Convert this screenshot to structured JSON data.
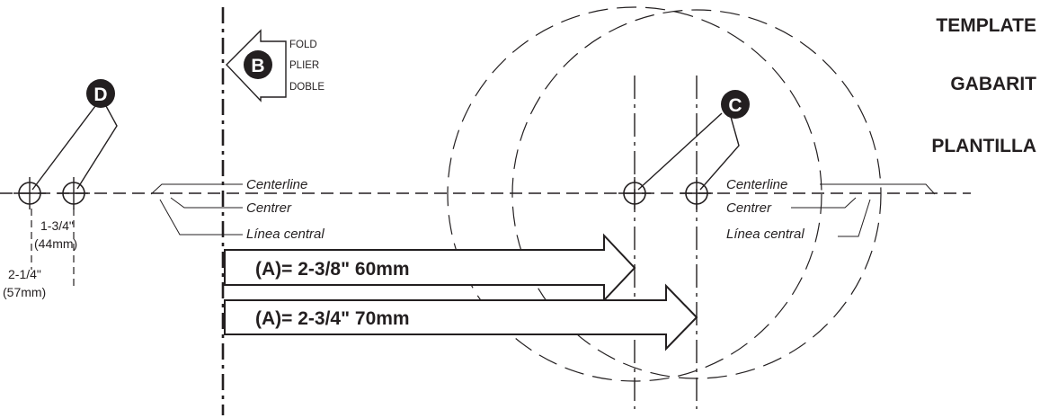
{
  "titles": {
    "en": "TEMPLATE",
    "fr": "GABARIT",
    "es": "PLANTILLA"
  },
  "fold_marker": {
    "badge": "B",
    "en": "FOLD",
    "fr": "PLIER",
    "es": "DOBLE"
  },
  "callout_d": "D",
  "callout_c": "C",
  "centerline_left": {
    "en": "Centerline",
    "fr": "Centrer",
    "es": "Línea central"
  },
  "centerline_right": {
    "en": "Centerline",
    "fr": "Centrer",
    "es": "Línea central"
  },
  "dimensions": {
    "small_spacing": "1-3/4\"",
    "small_spacing_mm": "(44mm)",
    "large_spacing": "2-1/4\"",
    "large_spacing_mm": "(57mm)"
  },
  "arrows": {
    "upper": "(A)= 2-3/8\" 60mm",
    "lower": "(A)= 2-3/4\" 70mm"
  },
  "colors": {
    "ink": "#231f20",
    "paper": "#ffffff"
  }
}
